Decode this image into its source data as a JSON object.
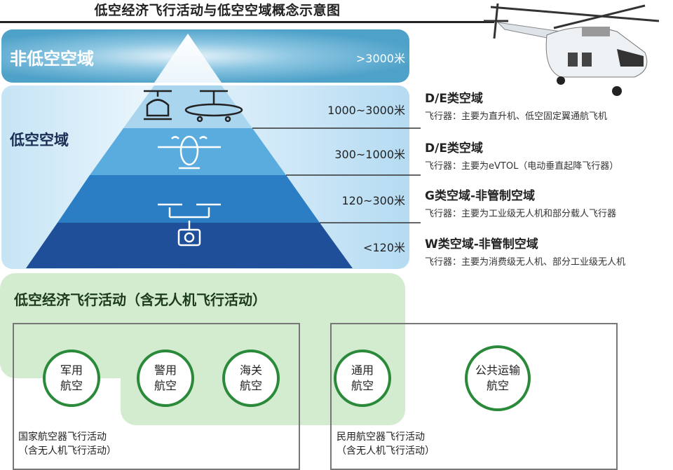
{
  "title": "低空经济飞行活动与低空空域概念示意图",
  "airspace": {
    "non_low": {
      "label": "非低空空域",
      "altitude": ">3000米"
    },
    "low": {
      "label": "低空空域"
    },
    "layers": [
      {
        "altitude": "1000~3000米",
        "class": "D/E类空域",
        "aircraft": "飞行器：主要为直升机、低空固定翼通航飞机",
        "icons": [
          "helicopter-icon",
          "airplane-icon"
        ]
      },
      {
        "altitude": "300~1000米",
        "class": "D/E类空域",
        "aircraft": "飞行器：主要为eVTOL（电动垂直起降飞行器）",
        "icons": [
          "evtol-icon"
        ]
      },
      {
        "altitude": "120~300米",
        "class": "G类空域-非管制空域",
        "aircraft": "飞行器：主要为工业级无人机和部分载人飞行器",
        "icons": [
          "drone-icon"
        ]
      },
      {
        "altitude": "<120米",
        "class": "W类空域-非管制空域",
        "aircraft": "飞行器：主要为消费级无人机、部分工业级无人机",
        "icons": [
          "camera-drone-icon"
        ]
      }
    ],
    "colors": {
      "top_band": "#4ea1c9",
      "layer1": "#a9d5ef",
      "layer2": "#5aacdf",
      "layer3": "#2b7dc4",
      "layer4": "#1f4f98"
    }
  },
  "activities": {
    "low_econ": "低空经济飞行活动（含无人机飞行活动）",
    "state": {
      "label_line1": "国家航空器飞行活动",
      "label_line2": "（含无人机飞行活动）",
      "items": [
        [
          "军用",
          "航空"
        ],
        [
          "警用",
          "航空"
        ],
        [
          "海关",
          "航空"
        ]
      ]
    },
    "civil": {
      "label_line1": "民用航空器飞行活动",
      "label_line2": "（含无人机飞行活动）",
      "items": [
        [
          "通用",
          "航空"
        ],
        [
          "公共运输",
          "航空"
        ]
      ]
    },
    "colors": {
      "green_area": "#d3ecd0",
      "circle": "#2a8a3a"
    }
  }
}
